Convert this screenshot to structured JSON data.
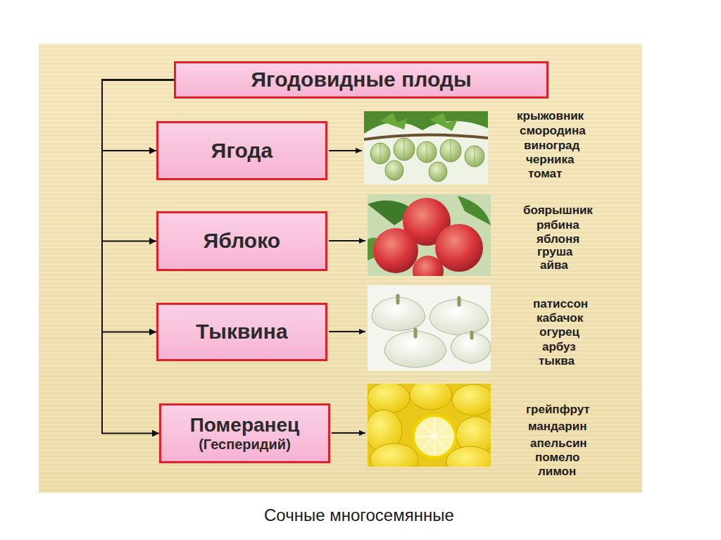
{
  "diagram": {
    "caption": "Сочные многосемянные",
    "nodes": [
      {
        "text": [
          "Ягодовидные плоды"
        ]
      },
      {
        "text": [
          "Ягода"
        ]
      },
      {
        "text": [
          "Яблоко"
        ]
      },
      {
        "text": [
          "Тыквина"
        ]
      },
      {
        "text": [
          "Померанец",
          "(Гесперидий)"
        ]
      }
    ],
    "edges": [
      {
        "from": 0,
        "to": 1,
        "arrow": "to"
      },
      {
        "from": 0,
        "to": 2,
        "arrow": "to"
      },
      {
        "from": 0,
        "to": 3,
        "arrow": "to"
      },
      {
        "from": 0,
        "to": 4,
        "arrow": "to"
      }
    ],
    "labels": [
      "крыжовник",
      "смородина",
      "виноград",
      "черника",
      "томат",
      "боярышник",
      "рябина",
      "яблоня",
      "груша",
      "айва",
      "патиссон",
      "кабачок",
      "огурец",
      "арбуз",
      "тыква",
      "грейпфрут",
      "мандарин",
      "апельсин",
      "помело",
      "лимон"
    ]
  }
}
